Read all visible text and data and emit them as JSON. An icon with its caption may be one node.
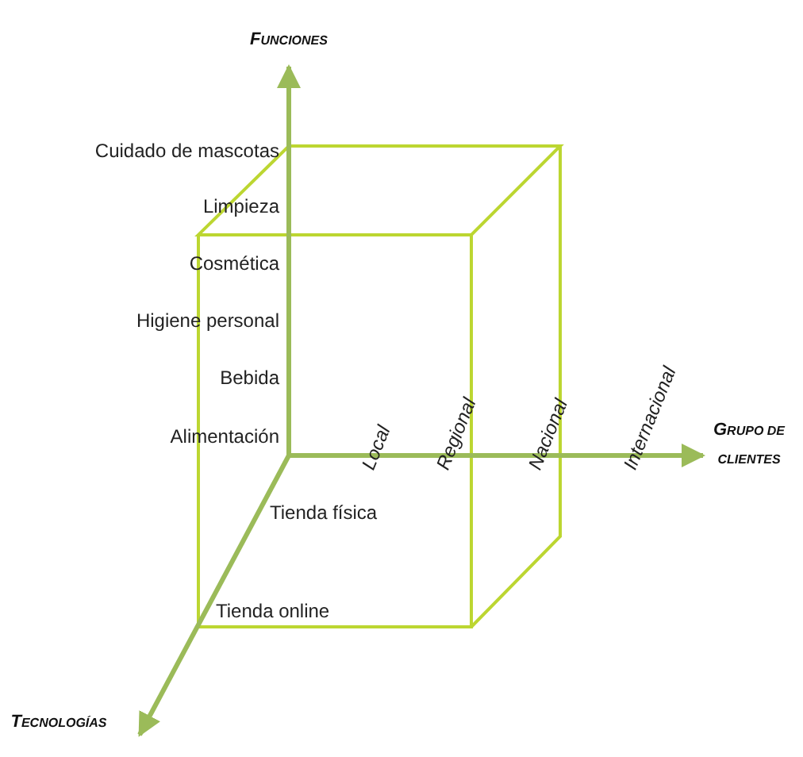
{
  "diagram": {
    "labels": [
      "FUNCIONES",
      "Cuidado de mascotas",
      "Limpieza",
      "Cosmética",
      "Higiene personal",
      "Bebida",
      "Local",
      "Regional",
      "Nacional",
      "Internacional",
      "Alimentación",
      "GRUPO DE CLIENTES",
      "Tienda física",
      "Tienda online",
      "TECNOLOGÍAS"
    ]
  }
}
